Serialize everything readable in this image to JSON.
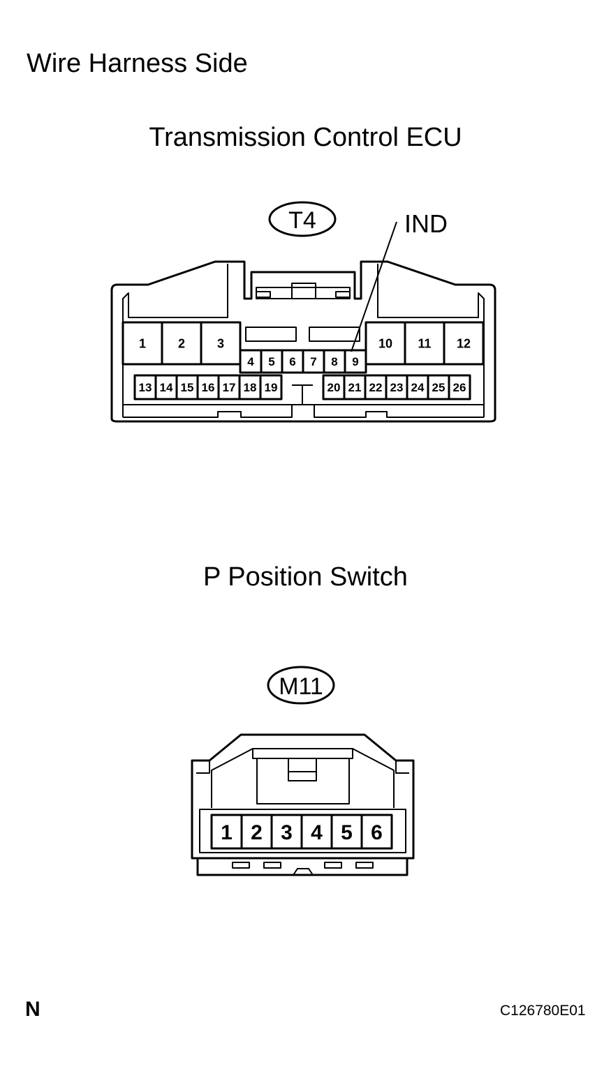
{
  "heading": "Wire Harness Side",
  "ecu": {
    "title": "Transmission Control ECU",
    "connector_code": "T4",
    "terminal_label": "IND",
    "pins": {
      "upper_large_left": [
        "1",
        "2",
        "3"
      ],
      "upper_large_right": [
        "10",
        "11",
        "12"
      ],
      "middle": [
        "4",
        "5",
        "6",
        "7",
        "8",
        "9"
      ],
      "lower_left": [
        "13",
        "14",
        "15",
        "16",
        "17",
        "18",
        "19"
      ],
      "lower_right": [
        "20",
        "21",
        "22",
        "23",
        "24",
        "25",
        "26"
      ]
    }
  },
  "switch": {
    "title": "P Position Switch",
    "connector_code": "M11",
    "pins": [
      "1",
      "2",
      "3",
      "4",
      "5",
      "6"
    ]
  },
  "footer": {
    "left_mark": "N",
    "figure_code": "C126780E01"
  },
  "colors": {
    "line": "#000000",
    "background": "#ffffff"
  }
}
